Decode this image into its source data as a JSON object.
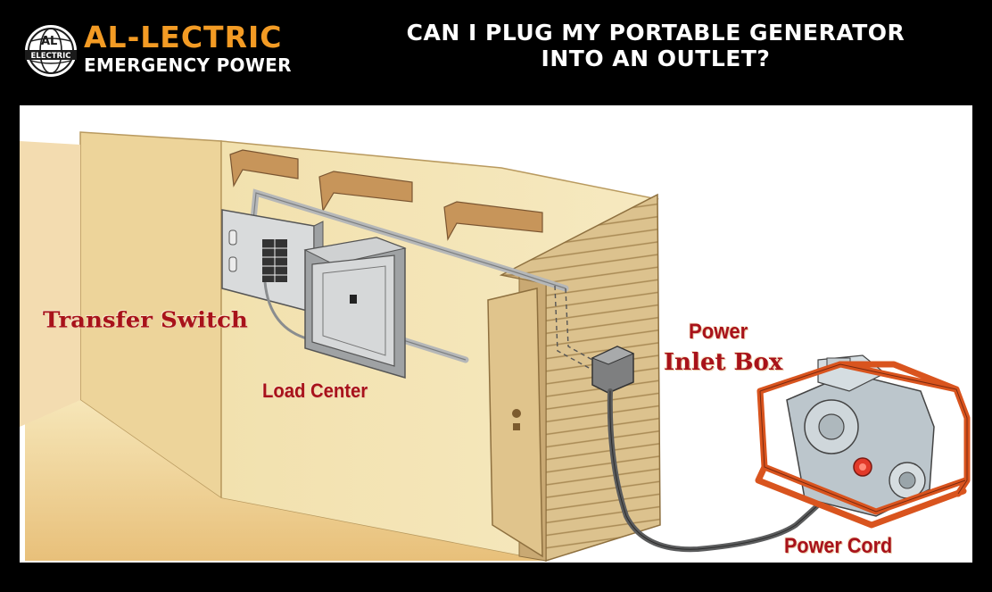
{
  "brand": {
    "badge_text": "ELECTRIC",
    "name": "AL-LECTRIC",
    "tagline": "EMERGENCY POWER",
    "colors": {
      "accent": "#f39b24",
      "text": "#ffffff"
    }
  },
  "headline": {
    "line1": "CAN I PLUG MY PORTABLE GENERATOR",
    "line2": "INTO AN OUTLET?"
  },
  "diagram": {
    "labels": {
      "transfer_switch": "Transfer Switch",
      "load_center": "Load Center",
      "power": "Power",
      "inlet_box": "Inlet Box",
      "power_cord": "Power Cord"
    },
    "colors": {
      "label": "#a8121a",
      "wall": "#f1dfae",
      "siding": "#d9be8a",
      "frame": "#d9541e"
    },
    "icons": [
      "transfer-switch-icon",
      "load-center-icon",
      "power-inlet-box-icon",
      "generator-icon",
      "power-cord-icon",
      "door-icon",
      "joist-icon"
    ]
  }
}
